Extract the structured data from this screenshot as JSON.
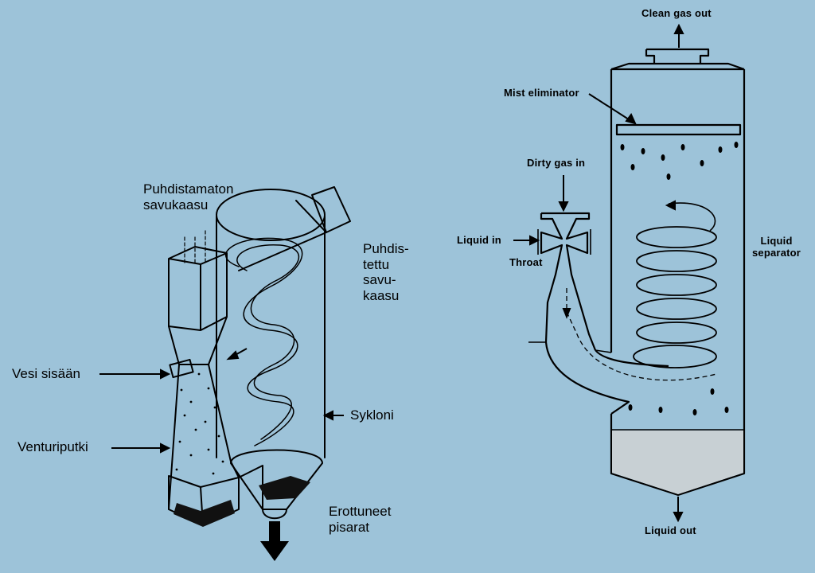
{
  "left_diagram": {
    "labels": {
      "uncleaned_gas": [
        "Puhdistamaton",
        "savukaasu"
      ],
      "cleaned_gas": [
        "Puhdis-",
        "tettu",
        "savu-",
        "kaasu"
      ],
      "water_in": "Vesi sisään",
      "venturi_tube": "Venturiputki",
      "cyclone": "Sykloni",
      "separated_drops": [
        "Erottuneet",
        "pisarat"
      ]
    }
  },
  "right_diagram": {
    "labels": {
      "clean_gas_out": "Clean gas out",
      "mist_eliminator": "Mist eliminator",
      "dirty_gas_in": "Dirty gas in",
      "liquid_in": "Liquid in",
      "throat": "Throat",
      "liquid_separator": [
        "Liquid",
        "separator"
      ],
      "liquid_out": "Liquid out"
    }
  },
  "colors": {
    "background": "#9dc3d9",
    "ink": "#000000",
    "liquid_fill": "#c8d0d4"
  }
}
